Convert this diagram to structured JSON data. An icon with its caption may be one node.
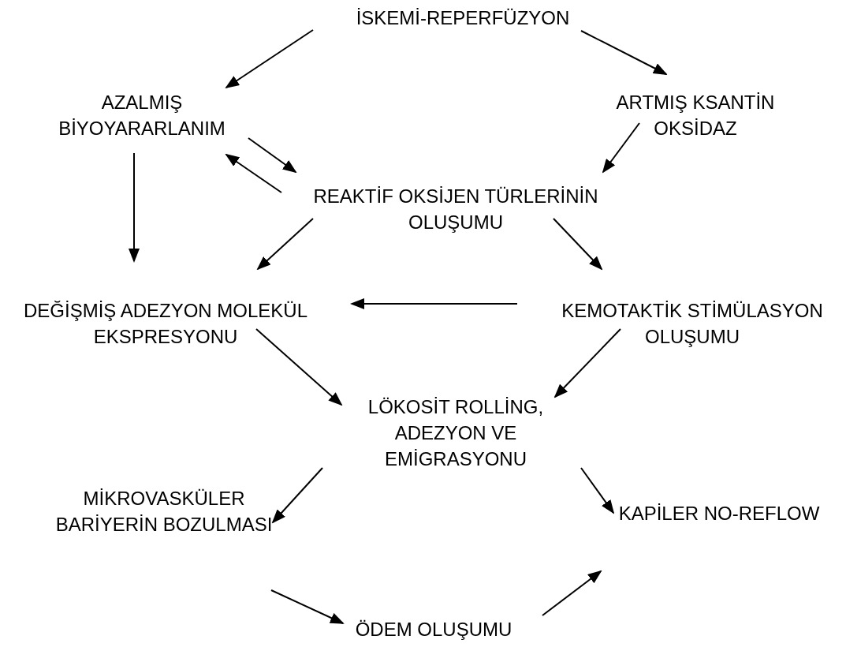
{
  "diagram": {
    "nodes": [
      {
        "text": [
          "İSKEMİ-REPERFÜZYON"
        ]
      },
      {
        "text": [
          "AZALMIŞ BİYOYARARLANIM"
        ]
      },
      {
        "text": [
          "ARTMIŞ KSANTİN OKSİDAZ"
        ]
      },
      {
        "text": [
          "REAKTİF OKSİJEN TÜRLERİNİN OLUŞUMU"
        ]
      },
      {
        "text": [
          "DEĞİŞMİŞ ADEZYON MOLEKÜL EKSPRESYONU"
        ]
      },
      {
        "text": [
          "KEMOTAKTİK STİMÜLASYON OLUŞUMU"
        ]
      },
      {
        "text": [
          "LÖKOSİT ROLLİNG, ADEZYON VE EMİGRASYONU"
        ]
      },
      {
        "text": [
          "MİKROVASKÜLER BARİYERİN BOZULMASI"
        ]
      },
      {
        "text": [
          "KAPİLER NO-REFLOW"
        ]
      },
      {
        "text": [
          "ÖDEM OLUŞUMU"
        ]
      }
    ],
    "edges": [
      {
        "from": 0,
        "to": 1,
        "arrow": "to"
      },
      {
        "from": 0,
        "to": 2,
        "arrow": "to"
      },
      {
        "from": 2,
        "to": 3,
        "arrow": "to"
      },
      {
        "from": 1,
        "to": 3,
        "arrow": "to"
      },
      {
        "from": 3,
        "to": 1,
        "arrow": "to"
      },
      {
        "from": 1,
        "to": 4,
        "arrow": "to"
      },
      {
        "from": 3,
        "to": 4,
        "arrow": "to"
      },
      {
        "from": 3,
        "to": 5,
        "arrow": "to"
      },
      {
        "from": 5,
        "to": 4,
        "arrow": "to"
      },
      {
        "from": 4,
        "to": 6,
        "arrow": "to"
      },
      {
        "from": 5,
        "to": 6,
        "arrow": "to"
      },
      {
        "from": 6,
        "to": 7,
        "arrow": "to"
      },
      {
        "from": 6,
        "to": 8,
        "arrow": "to"
      },
      {
        "from": 7,
        "to": 9,
        "arrow": "to"
      },
      {
        "from": 9,
        "to": 8,
        "arrow": "to"
      }
    ]
  }
}
